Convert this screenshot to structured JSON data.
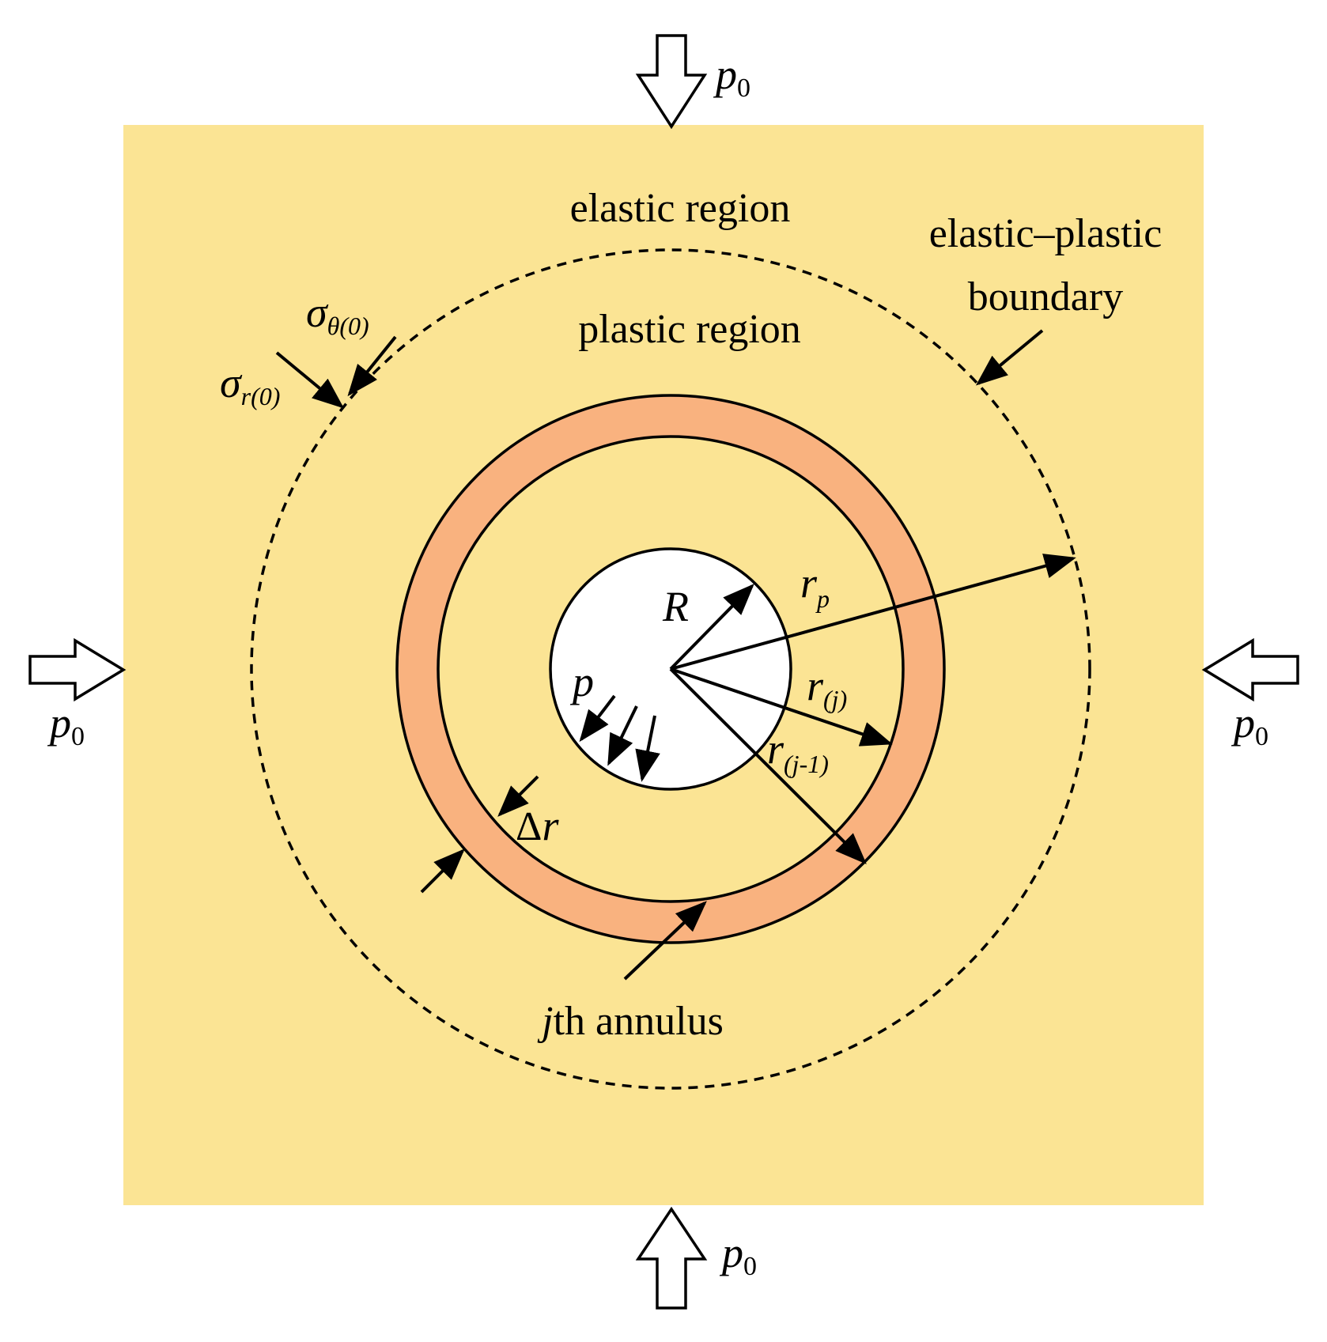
{
  "labels": {
    "elastic_region": "elastic region",
    "plastic_region": "plastic region",
    "boundary_line1": "elastic–plastic",
    "boundary_line2": "boundary",
    "annulus_j": "j",
    "annulus_rest": "th annulus",
    "load_symbol": "p",
    "load_subscript": "0",
    "sigma": "σ",
    "sigma_theta_sub": "θ(0)",
    "sigma_r_sub": "r(0)",
    "R": "R",
    "p": "p",
    "r": "r",
    "rp_sub": "p",
    "rj_sub": "(j)",
    "rj1_sub": "(j-1)",
    "delta": "Δ",
    "delta_r": "r"
  },
  "colors": {
    "medium": "#fbe494",
    "annulus": "#f9b27f",
    "cavity": "#ffffff",
    "lines": "#000000"
  }
}
